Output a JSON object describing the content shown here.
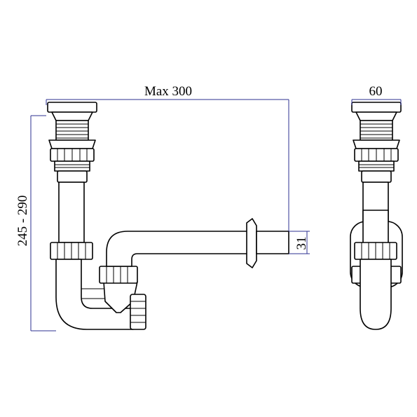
{
  "dimensions": {
    "max_width_label": "Max 300",
    "height_range_label": "245 - 290",
    "outlet_diameter_label": "31",
    "side_width_label": "60"
  },
  "colors": {
    "dimension_line": "#2e3192",
    "drawing_line": "#000000",
    "background": "#ffffff"
  }
}
